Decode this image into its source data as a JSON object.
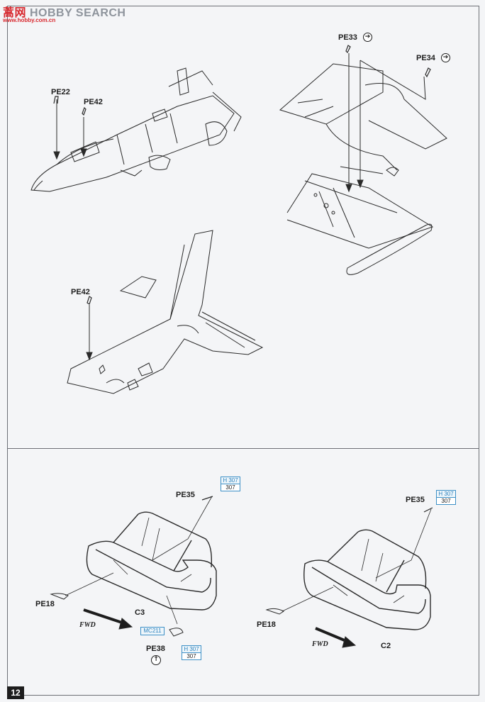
{
  "watermark": {
    "logo_cn": "蒿",
    "logo_cn2": "网",
    "brand": "HOBBY SEARCH",
    "url": "www.hobby.com.cn"
  },
  "top_panel": {
    "labels": {
      "pe22": "PE22",
      "pe42_nose": "PE42",
      "pe42_tail": "PE42",
      "pe33": "PE33",
      "pe34": "PE34"
    },
    "turn_over_symbol": "➔"
  },
  "bottom_panel": {
    "left": {
      "pe35": "PE35",
      "pe18": "PE18",
      "canopy": "C3",
      "fwd": "FWD",
      "pe38": "PE38",
      "mc_ref": "MC211",
      "h_ref_top": "H 307",
      "h_ref_bot": "307",
      "pe35_ref_top": "H 307",
      "pe35_ref_bot": "307"
    },
    "right": {
      "pe35": "PE35",
      "pe18": "PE18",
      "canopy": "C2",
      "fwd": "FWD",
      "pe35_ref_top": "H 307",
      "pe35_ref_bot": "307"
    }
  },
  "page_number": "12"
}
